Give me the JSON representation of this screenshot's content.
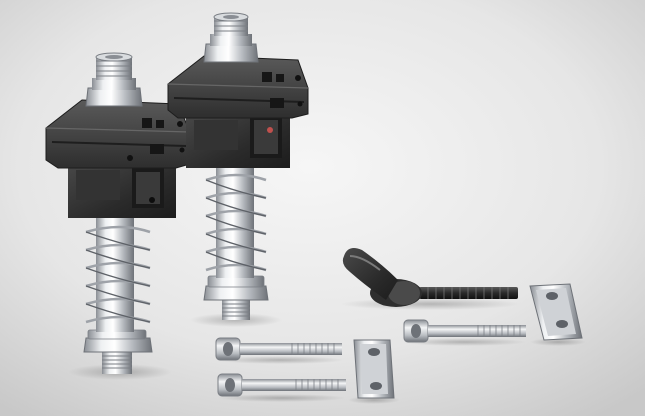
{
  "photo": {
    "subject": "product-photo",
    "colors": {
      "backdrop_light": "#f4f4f4",
      "backdrop_dark": "#c9c9c9",
      "plastic_black": "#2b2b2b",
      "plastic_highlight": "#4a4a4a",
      "steel_light": "#eef0f2",
      "steel_mid": "#b9bdc2",
      "steel_dark": "#6e7278",
      "screw_dark": "#3a3a3a"
    },
    "objects": [
      {
        "name": "spring-plunger-left"
      },
      {
        "name": "spring-plunger-right"
      },
      {
        "name": "clamping-lever"
      },
      {
        "name": "socket-head-screw-top"
      },
      {
        "name": "socket-head-screw-bottom"
      },
      {
        "name": "socket-head-screw-right"
      },
      {
        "name": "slot-nut-center"
      },
      {
        "name": "slot-nut-right"
      }
    ]
  }
}
